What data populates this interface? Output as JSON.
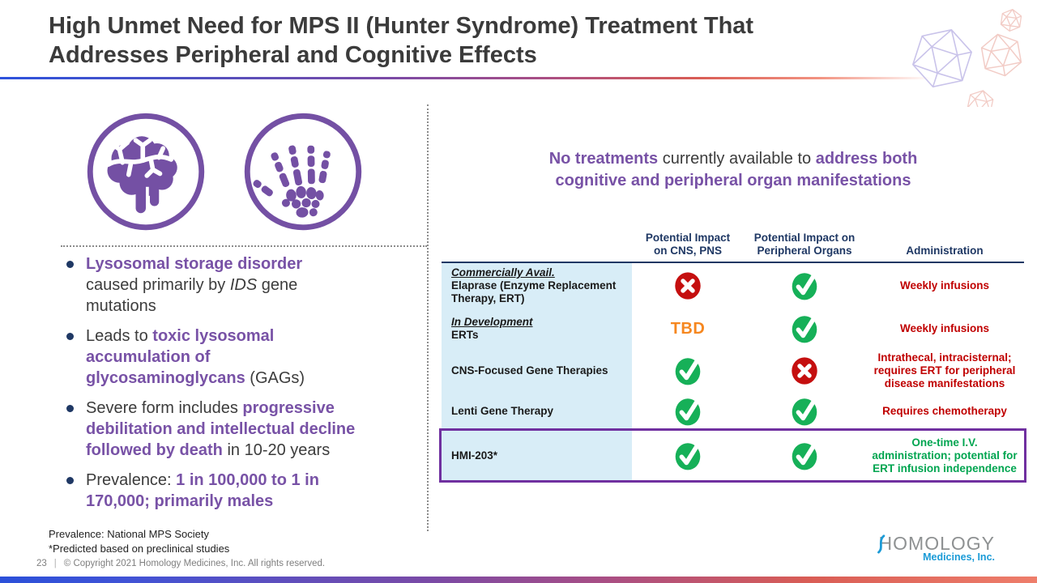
{
  "title": "High Unmet Need for MPS II (Hunter Syndrome) Treatment That\nAddresses Peripheral and Cognitive Effects",
  "left_panel": {
    "icons": [
      "brain",
      "skeletal-hand"
    ],
    "bullets": [
      {
        "segments": [
          {
            "t": "Lysosomal storage disorder\n",
            "s": "purple"
          },
          {
            "t": "caused primarily by ",
            "s": "plain"
          },
          {
            "t": "IDS",
            "s": "italic"
          },
          {
            "t": " gene\nmutations",
            "s": "plain"
          }
        ]
      },
      {
        "segments": [
          {
            "t": "Leads to ",
            "s": "plain"
          },
          {
            "t": "toxic lysosomal\naccumulation of\nglycosaminoglycans",
            "s": "purple"
          },
          {
            "t": " (GAGs)",
            "s": "plain"
          }
        ]
      },
      {
        "segments": [
          {
            "t": "Severe form includes ",
            "s": "plain"
          },
          {
            "t": "progressive\ndebilitation and intellectual decline\nfollowed by death",
            "s": "purple"
          },
          {
            "t": " in 10-20 years",
            "s": "plain"
          }
        ]
      },
      {
        "segments": [
          {
            "t": "Prevalence: ",
            "s": "plain"
          },
          {
            "t": "1 in 100,000 to 1 in\n170,000; primarily males",
            "s": "purple"
          }
        ]
      }
    ]
  },
  "right_panel": {
    "headline": {
      "segments": [
        {
          "t": "No treatments",
          "s": "purple"
        },
        {
          "t": " currently available to ",
          "s": "plain"
        },
        {
          "t": "address both\ncognitive and peripheral organ manifestations",
          "s": "purple"
        }
      ]
    },
    "table": {
      "headers": [
        {
          "lines": [
            ""
          ]
        },
        {
          "lines": [
            "Potential Impact",
            "on CNS, PNS"
          ]
        },
        {
          "lines": [
            "Potential Impact on",
            "Peripheral Organs"
          ]
        },
        {
          "lines": [
            "Administration"
          ]
        }
      ],
      "tbd_label": "TBD",
      "rows": [
        {
          "category": "Commercially Avail.",
          "name": "Elaprase (Enzyme Replacement Therapy, ERT)",
          "cns": "cross",
          "peripheral": "check",
          "admin": "Weekly infusions",
          "admin_color": "red",
          "highlight": false
        },
        {
          "category": "In Development",
          "name": "ERTs",
          "cns": "tbd",
          "peripheral": "check",
          "admin": "Weekly infusions",
          "admin_color": "red",
          "highlight": false
        },
        {
          "category": null,
          "name": "CNS-Focused Gene Therapies",
          "cns": "check",
          "peripheral": "cross",
          "admin": "Intrathecal, intracisternal;\nrequires ERT for peripheral\ndisease manifestations",
          "admin_color": "red",
          "highlight": false
        },
        {
          "category": null,
          "name": "Lenti Gene Therapy",
          "cns": "check",
          "peripheral": "check",
          "admin": "Requires chemotherapy",
          "admin_color": "red",
          "highlight": false
        },
        {
          "category": null,
          "name": "HMI-203*",
          "cns": "check",
          "peripheral": "check",
          "admin": "One-time I.V.\nadministration; potential for\nERT infusion independence",
          "admin_color": "green",
          "highlight": true
        }
      ]
    }
  },
  "footnotes": [
    "Prevalence: National MPS Society",
    "*Predicted based on preclinical studies"
  ],
  "footer": {
    "page_number": "23",
    "copyright": "© Copyright 2021 Homology Medicines, Inc. All rights reserved."
  },
  "logo": {
    "name": "HOMOLOGY",
    "tagline": "Medicines, Inc."
  },
  "colors": {
    "purple": "#7852A6",
    "icon_purple": "#7450A4",
    "navy": "#1F3864",
    "dark_red": "#C00000",
    "green_text": "#00A550",
    "check_green": "#16B058",
    "cross_red": "#C50F0F",
    "orange": "#F6871F",
    "light_blue": "#D8EDF7",
    "box_purple": "#7030A0",
    "logo_gray": "#8E9192",
    "logo_blue": "#1B9BD7"
  }
}
